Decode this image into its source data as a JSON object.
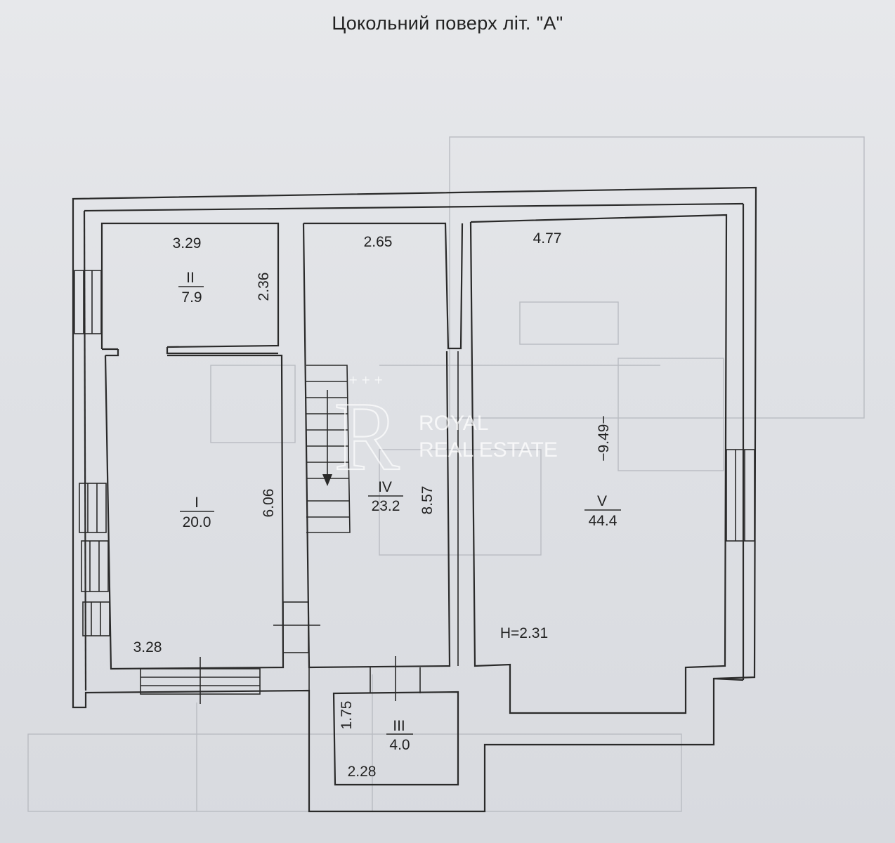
{
  "title": "Цокольний поверх літ. \"А\"",
  "rooms": [
    {
      "id": "I",
      "number": "I",
      "area": "20.0"
    },
    {
      "id": "II",
      "number": "II",
      "area": "7.9"
    },
    {
      "id": "III",
      "number": "III",
      "area": "4.0"
    },
    {
      "id": "IV",
      "number": "IV",
      "area": "23.2"
    },
    {
      "id": "V",
      "number": "V",
      "area": "44.4"
    }
  ],
  "dimensions": {
    "room_ii_width": "3.29",
    "room_ii_depth": "2.36",
    "room_iv_width": "2.65",
    "room_iv_length": "8.57",
    "room_v_width": "4.77",
    "room_v_length": "−9.49−",
    "room_i_length": "6.06",
    "room_i_width": "3.28",
    "room_iii_depth": "1.75",
    "room_iii_width": "2.28"
  },
  "ceiling_height": "H=2.31",
  "watermark": {
    "brand": "ROYAL",
    "sub": "REAL ESTATE",
    "monogram": "R",
    "color": "#ffffff"
  },
  "colors": {
    "paper": "#dfe1e5",
    "ink": "#2a2a2a"
  }
}
